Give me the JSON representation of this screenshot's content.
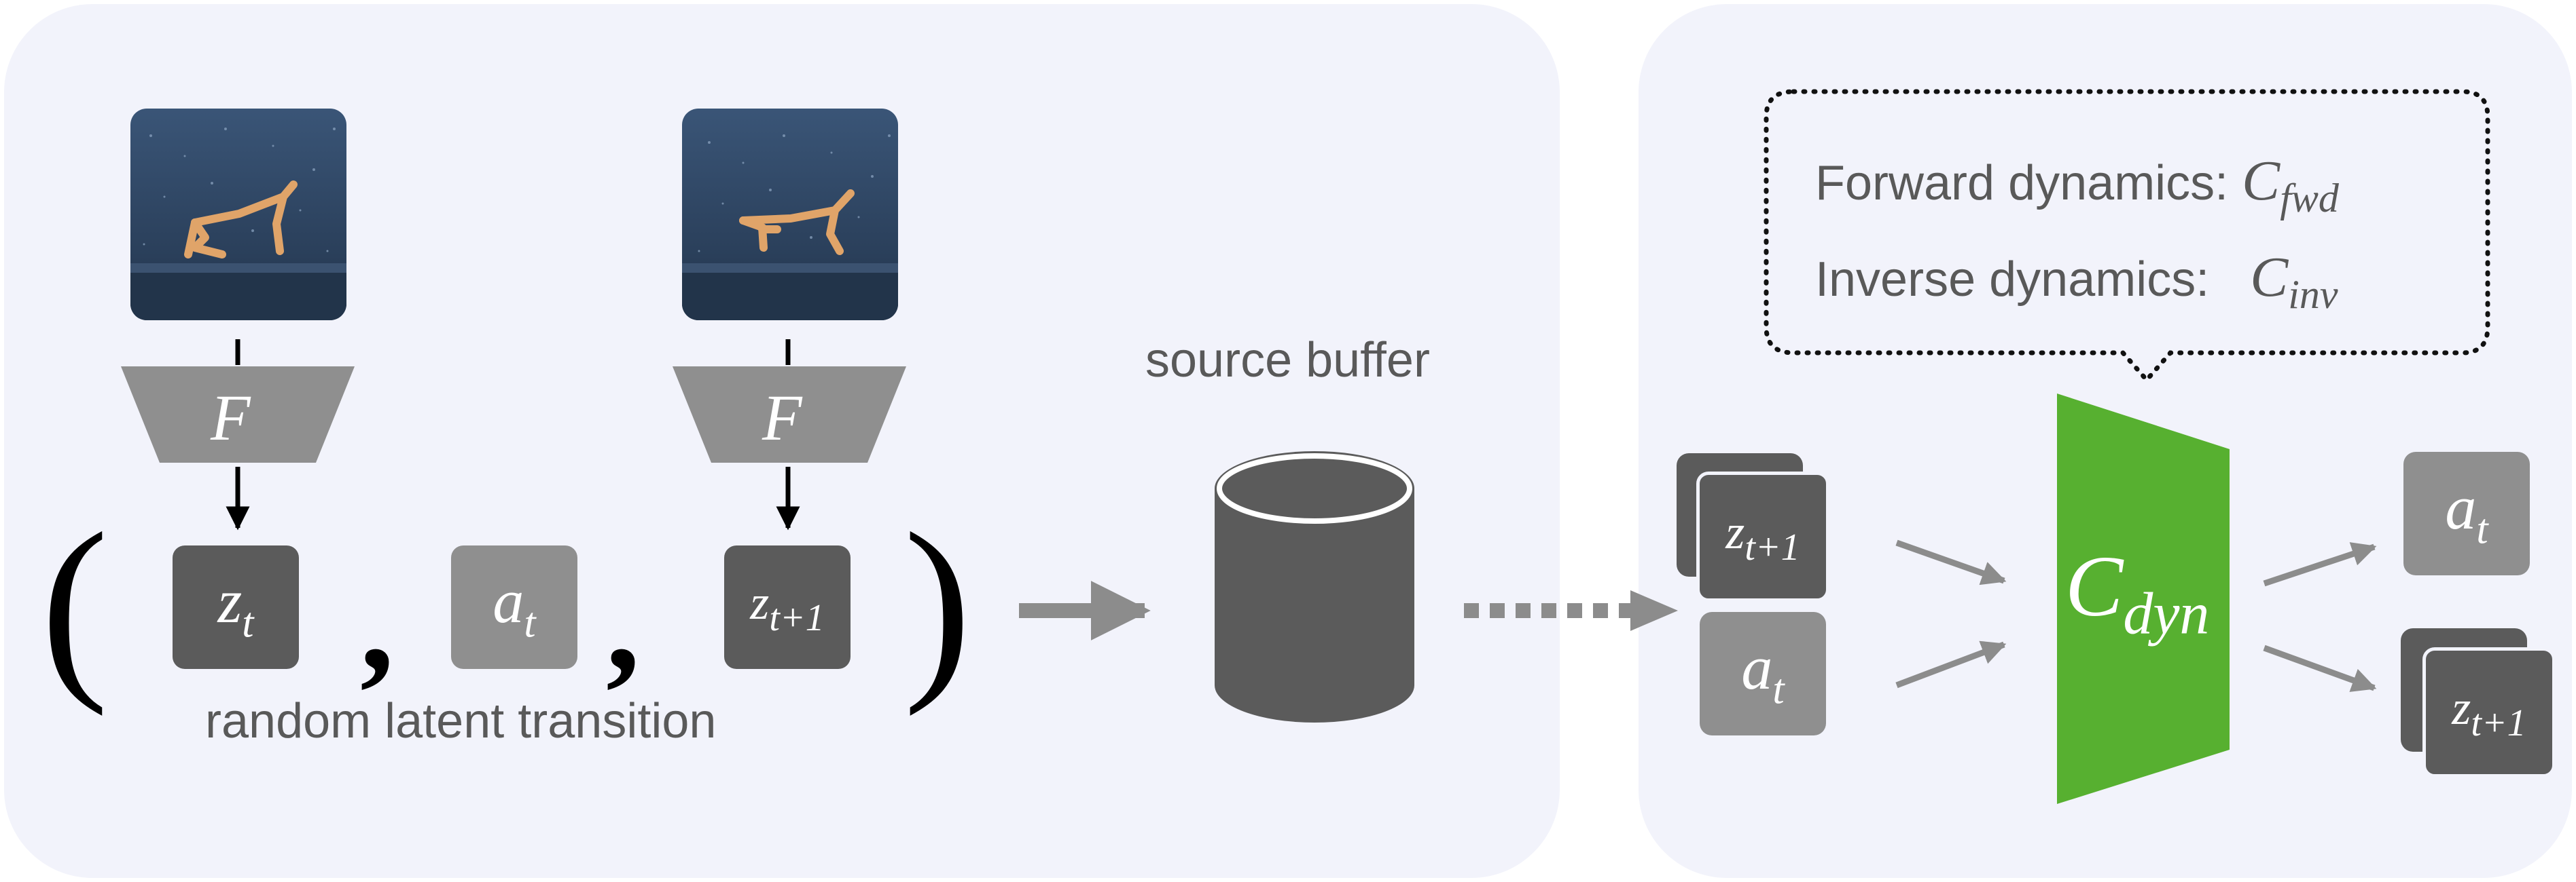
{
  "panels": {
    "left": {
      "caption": "random latent transition",
      "encoder_label": "F",
      "open_paren": "(",
      "close_paren": ")",
      "comma": ",",
      "tuple": [
        {
          "symbol": "z",
          "subscript": "t"
        },
        {
          "symbol": "a",
          "subscript": "t"
        },
        {
          "symbol": "z",
          "subscript": "t+1"
        }
      ]
    },
    "buffer": {
      "label": "source buffer"
    },
    "right": {
      "callout_lines": [
        {
          "text": "Forward dynamics: ",
          "symbol": "C",
          "subscript": "fwd"
        },
        {
          "text": "Inverse dynamics: ",
          "symbol": "C",
          "subscript": "inv"
        }
      ],
      "model": {
        "symbol": "C",
        "subscript": "dyn"
      },
      "inputs": [
        {
          "symbol": "z",
          "subscript": "t+1"
        },
        {
          "symbol": "a",
          "subscript": "t"
        }
      ],
      "outputs": [
        {
          "symbol": "a",
          "subscript": "t"
        },
        {
          "symbol": "z",
          "subscript": "t+1"
        }
      ]
    }
  },
  "colors": {
    "panel_bg": "#f2f3fb",
    "dark_box": "#5b5b5b",
    "light_box": "#8f8f8f",
    "model_green": "#57b030",
    "arrow_gray": "#8c8c8c",
    "text_gray": "#595959"
  }
}
